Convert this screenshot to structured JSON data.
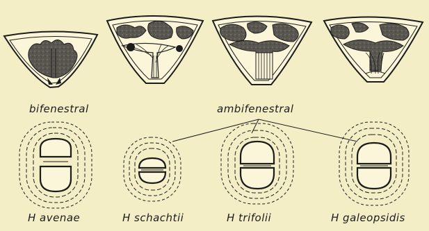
{
  "labels": {
    "bifenestral": "bifenestral",
    "ambifenestral": "ambifenestral"
  },
  "species": [
    {
      "name": "H avenae"
    },
    {
      "name": "H schachtii"
    },
    {
      "name": "H trifolii"
    },
    {
      "name": "H galeopsidis"
    }
  ],
  "colors": {
    "background": "#f4eec6",
    "ink": "#1b1b1b",
    "fill_dark": "#55514b"
  }
}
